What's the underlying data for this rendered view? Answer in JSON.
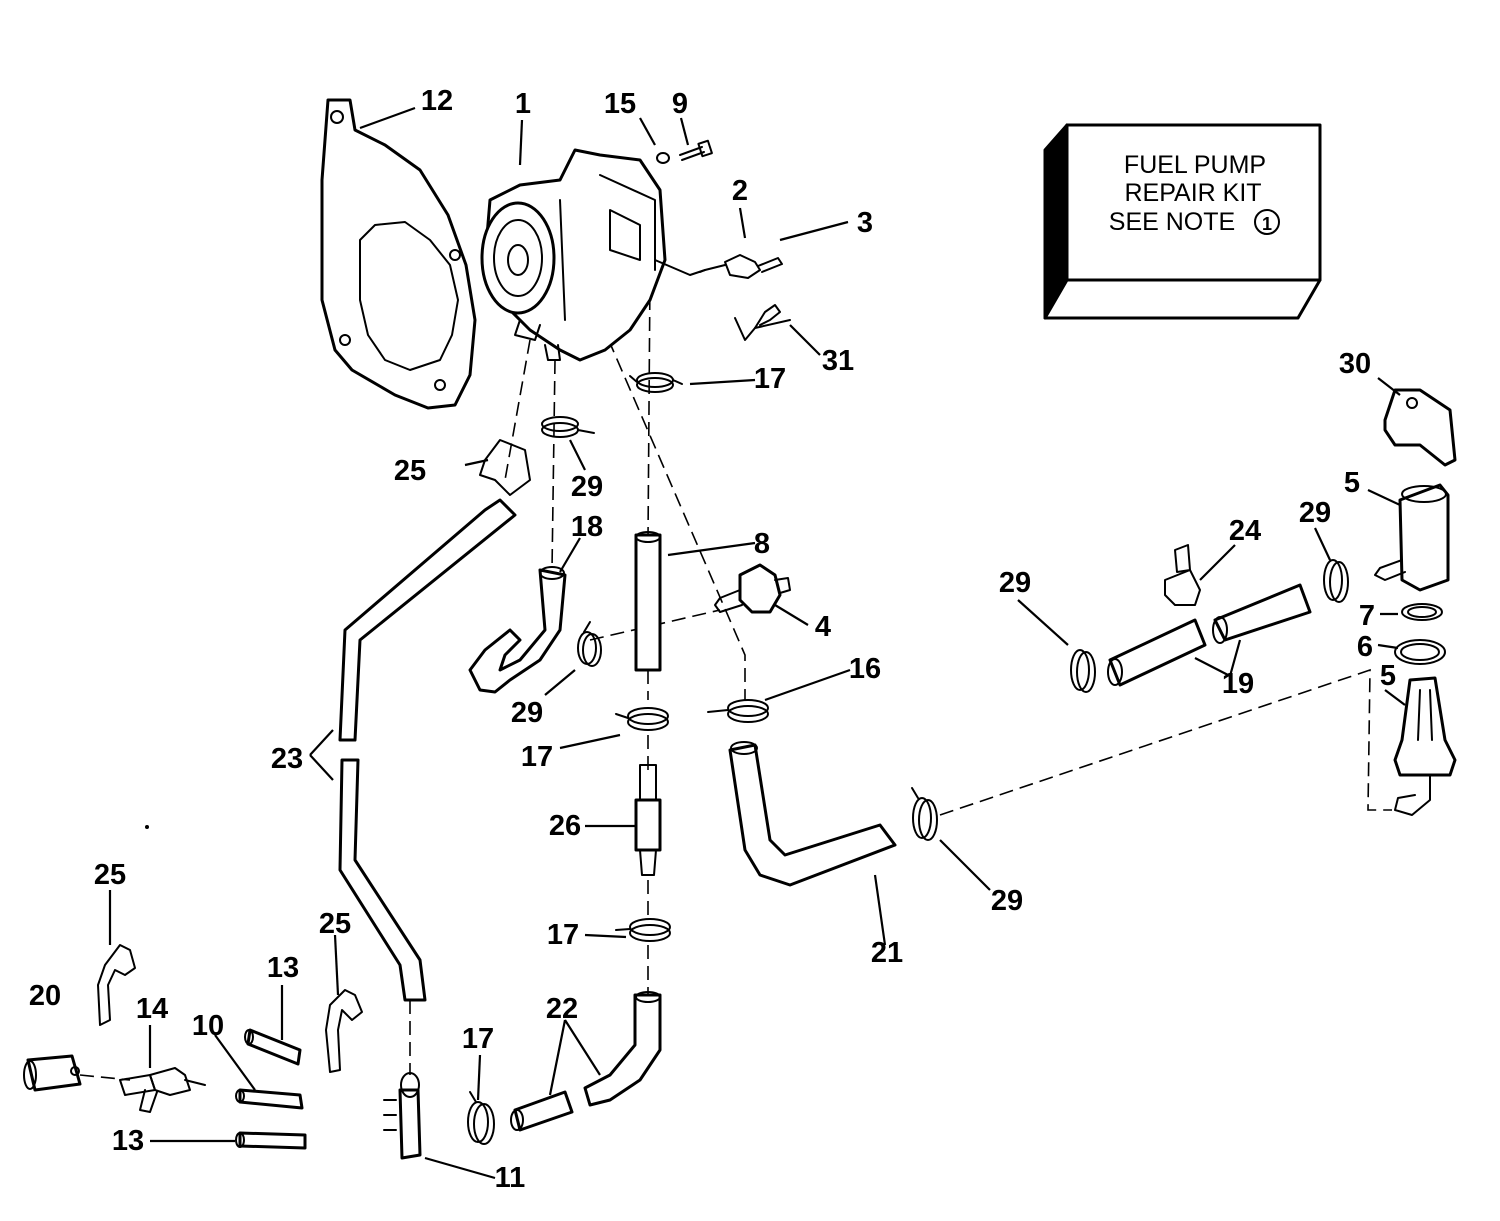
{
  "kit_box": {
    "line1": "FUEL PUMP",
    "line2": "REPAIR KIT",
    "line3": "SEE NOTE",
    "note_number": "1"
  },
  "callouts": {
    "c1": "1",
    "c2": "2",
    "c3": "3",
    "c4": "4",
    "c5a": "5",
    "c5b": "5",
    "c6": "6",
    "c7": "7",
    "c8": "8",
    "c9": "9",
    "c10": "10",
    "c11": "11",
    "c12": "12",
    "c13a": "13",
    "c13b": "13",
    "c14": "14",
    "c15": "15",
    "c16": "16",
    "c17a": "17",
    "c17b": "17",
    "c17c": "17",
    "c17d": "17",
    "c18": "18",
    "c19": "19",
    "c20": "20",
    "c21": "21",
    "c22": "22",
    "c23": "23",
    "c24": "24",
    "c25a": "25",
    "c25b": "25",
    "c25c": "25",
    "c26": "26",
    "c29a": "29",
    "c29b": "29",
    "c29c": "29",
    "c29d": "29",
    "c29e": "29",
    "c30": "30",
    "c31": "31"
  }
}
